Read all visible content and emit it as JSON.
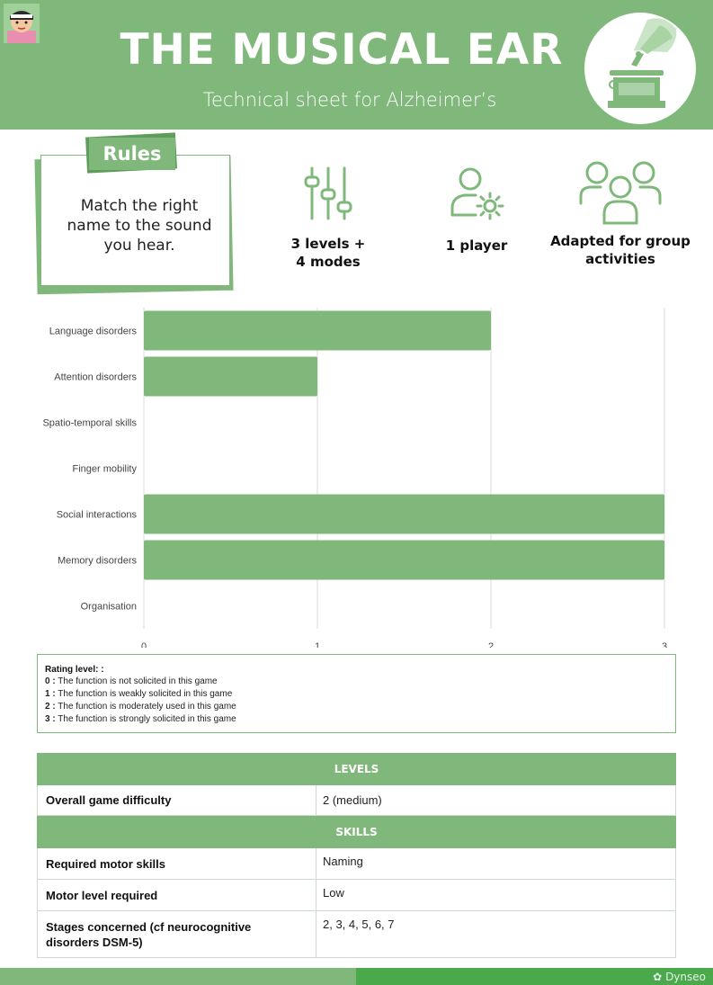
{
  "header": {
    "title": "THE MUSICAL EAR",
    "subtitle": "Technical sheet for Alzheimer’s"
  },
  "rules": {
    "tab_label": "Rules",
    "text_lines": [
      "Match the right",
      "name to the sound",
      "you hear."
    ]
  },
  "features": [
    {
      "icon": "sliders-icon",
      "lines": [
        "3 levels +",
        "4 modes"
      ]
    },
    {
      "icon": "user-gear-icon",
      "lines": [
        "1 player"
      ]
    },
    {
      "icon": "group-icon",
      "lines": [
        "Adapted for group",
        "activities"
      ]
    }
  ],
  "chart_data": {
    "type": "bar",
    "orientation": "horizontal",
    "categories": [
      "Language disorders",
      "Attention disorders",
      "Spatio-temporal skills",
      "Finger mobility",
      "Social interactions",
      "Memory disorders",
      "Organisation"
    ],
    "values": [
      2,
      1,
      0,
      0,
      3,
      3,
      0
    ],
    "xlim": [
      0,
      3
    ],
    "xticks": [
      "0",
      "1",
      "2",
      "3"
    ],
    "grid": true,
    "bar_color": "#7fb87a"
  },
  "legend": {
    "title": "Rating level:  :",
    "items": [
      {
        "key": "0 :",
        "text": " The function is not solicited in this game"
      },
      {
        "key": "1 :",
        "text": " The function is weakly solicited in this game"
      },
      {
        "key": "2 :",
        "text": " The function is moderately used in this game"
      },
      {
        "key": "3 :",
        "text": " The function is strongly solicited in this game"
      }
    ]
  },
  "table": {
    "levels_header": "LEVELS",
    "difficulty_label": "Overall game difficulty",
    "difficulty_value": "2 (medium)",
    "skills_header": "SKILLS",
    "skills_rows": [
      {
        "label": "Required motor skills",
        "value": "Naming"
      },
      {
        "label": "Motor level required",
        "value": "Low"
      },
      {
        "label": "Stages concerned (cf neurocognitive disorders DSM-5)",
        "value": "2, 3, 4, 5, 6, 7"
      }
    ]
  },
  "footer": {
    "brand": "Dynseo"
  },
  "colors": {
    "primary_green": "#7fb87a",
    "footer_green": "#4aa94a"
  }
}
